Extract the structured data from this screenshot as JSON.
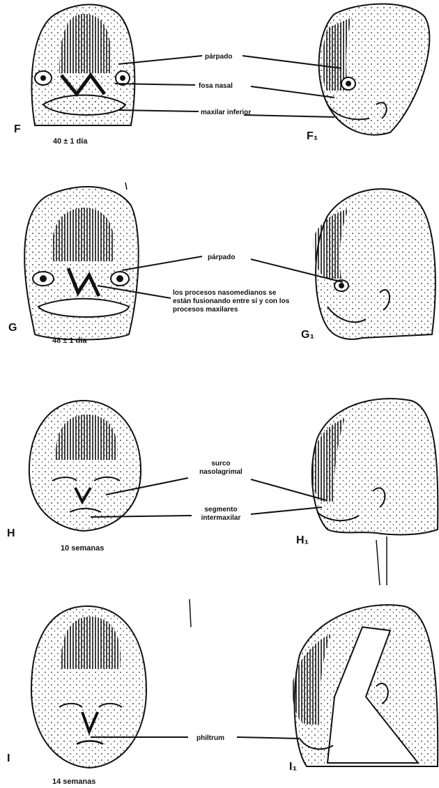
{
  "figure": {
    "rows": [
      {
        "panel_front": "F",
        "panel_side": "F₁",
        "age": "40 ± 1 día",
        "labels": [
          "párpado",
          "fosa nasal",
          "maxilar inferior"
        ]
      },
      {
        "panel_front": "G",
        "panel_side": "G₁",
        "age": "48 ± 1 día",
        "labels": [
          "párpado",
          "los procesos nasomedianos se están fusionando entre sí y con los procesos maxilares"
        ]
      },
      {
        "panel_front": "H",
        "panel_side": "H₁",
        "age": "10 semanas",
        "labels": [
          "surco nasolagrimal",
          "segmento intermaxilar"
        ]
      },
      {
        "panel_front": "I",
        "panel_side": "I₁",
        "age": "14 semanas",
        "labels": [
          "philtrum"
        ]
      }
    ]
  },
  "colors": {
    "ink": "#111111",
    "paper": "#ffffff"
  }
}
